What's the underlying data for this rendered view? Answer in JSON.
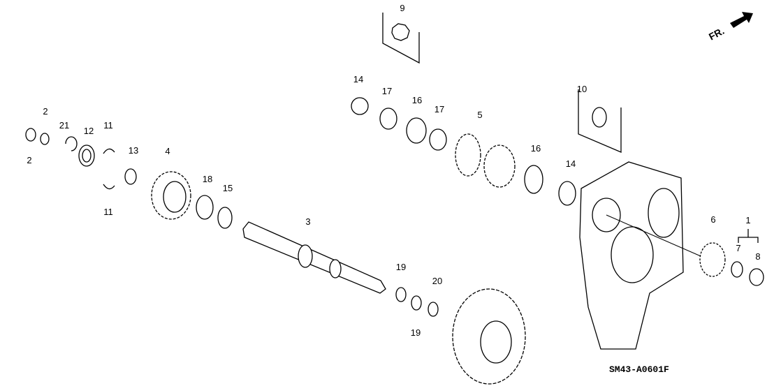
{
  "title_code": "SM43-A0601F",
  "fr_label": "FR.",
  "callouts": [
    "9",
    "14",
    "17",
    "16",
    "17",
    "5",
    "10",
    "16",
    "14",
    "2",
    "2",
    "21",
    "12",
    "11",
    "13",
    "4",
    "11",
    "18",
    "15",
    "3",
    "6",
    "1",
    "7",
    "8",
    "19",
    "20",
    "19"
  ]
}
